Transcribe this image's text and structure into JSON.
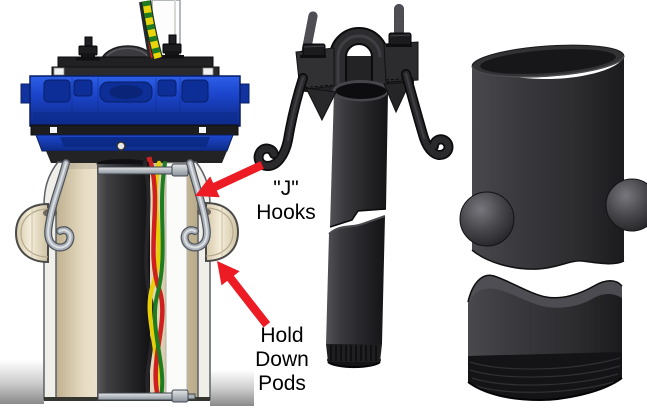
{
  "diagram": {
    "labels": {
      "j_hooks_line1": "\"J\"",
      "j_hooks_line2": "Hooks",
      "hold_down_line1": "Hold",
      "hold_down_line2": "Down",
      "hold_down_line3": "Pods"
    },
    "colors": {
      "arrow_red": "#ed1c24",
      "housing_blue": "#1c46cc",
      "casing_cream": "#ecdfc6",
      "part_charcoal": "#323235",
      "rod_gray": "#aab0b8",
      "cable_yellow": "#e6cf08",
      "cable_red": "#cf1f1f",
      "cable_green": "#1c7c1f",
      "background": "#ffffff"
    },
    "illustrations": {
      "left": "pump-and-well-casing-cutaway",
      "middle": "j-hook-tool-assembly",
      "right": "hold-down-pod-cylinder"
    }
  }
}
